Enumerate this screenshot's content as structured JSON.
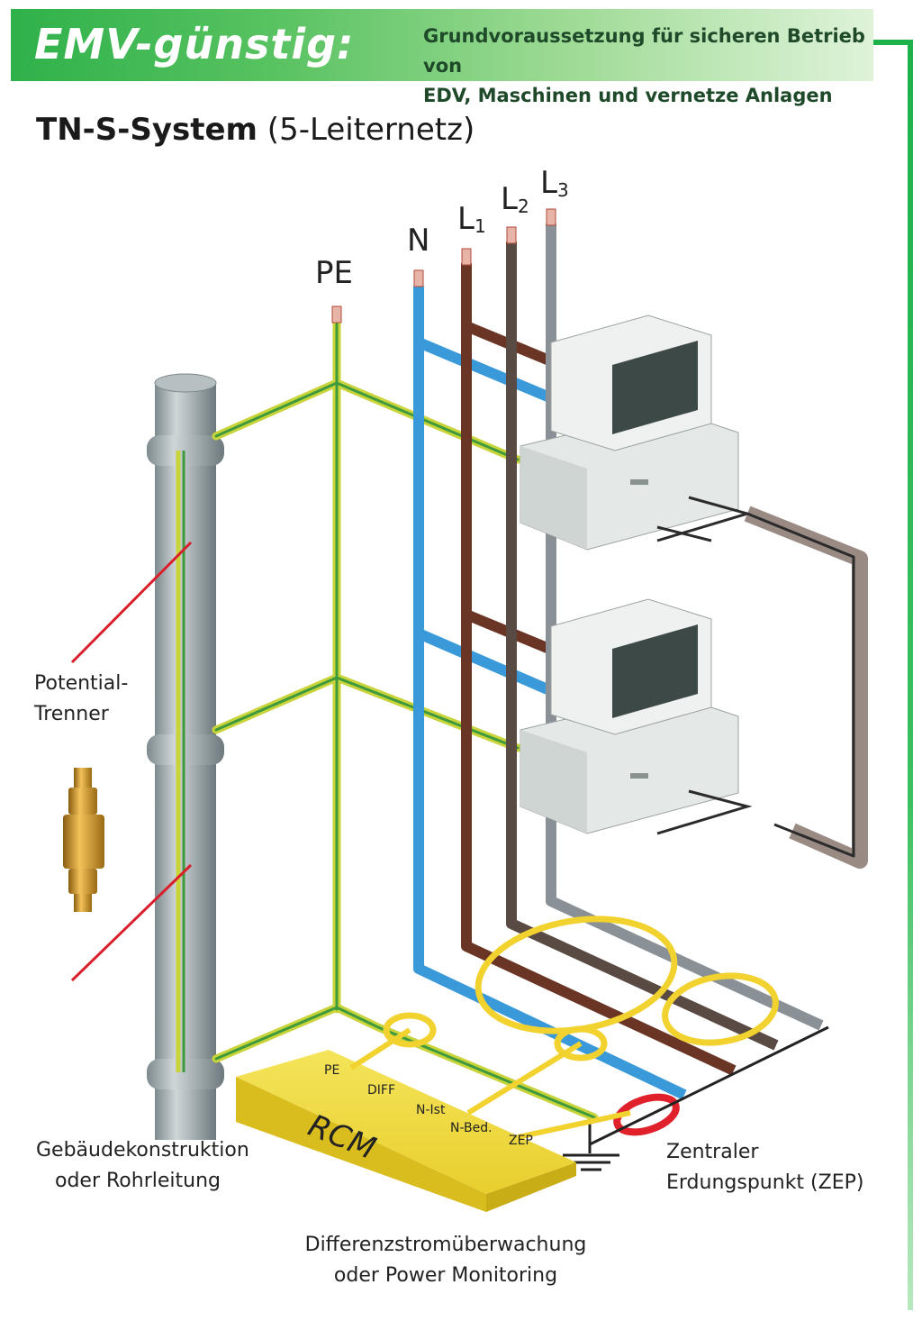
{
  "banner": {
    "title": "EMV-günstig:",
    "subtitle_line1": "Grundvoraussetzung für sicheren Betrieb von",
    "subtitle_line2": "EDV, Maschinen und vernetze Anlagen"
  },
  "heading": {
    "bold": "TN-S-System",
    "normal": " (5-Leiternetz)"
  },
  "conductors": {
    "pe": "PE",
    "n": "N",
    "l1": "L",
    "l1_sub": "1",
    "l2": "L",
    "l2_sub": "2",
    "l3": "L",
    "l3_sub": "3"
  },
  "labels": {
    "potential_line1": "Potential-",
    "potential_line2": "Trenner",
    "building_line1": "Gebäudekonstruktion",
    "building_line2": "oder Rohrleitung",
    "zep_line1": "Zentraler",
    "zep_line2": "Erdungspunkt (ZEP)",
    "rcm_line1": "Differenzstromüberwachung",
    "rcm_line2": "oder Power Monitoring"
  },
  "rcm": {
    "title": "RCM",
    "terminals": [
      "PE",
      "DIFF",
      "N-Ist",
      "N-Bed.",
      "ZEP"
    ]
  },
  "colors": {
    "banner_green": "#2fb14a",
    "pe": "#c9d43a",
    "n": "#3a9ad9",
    "l1": "#6b3526",
    "l2": "#5a4a44",
    "l3": "#8a9196",
    "rcm_box": "#f0dc3a",
    "sensor_ring": "#f2d22e",
    "zep_ring": "#e0202a"
  }
}
